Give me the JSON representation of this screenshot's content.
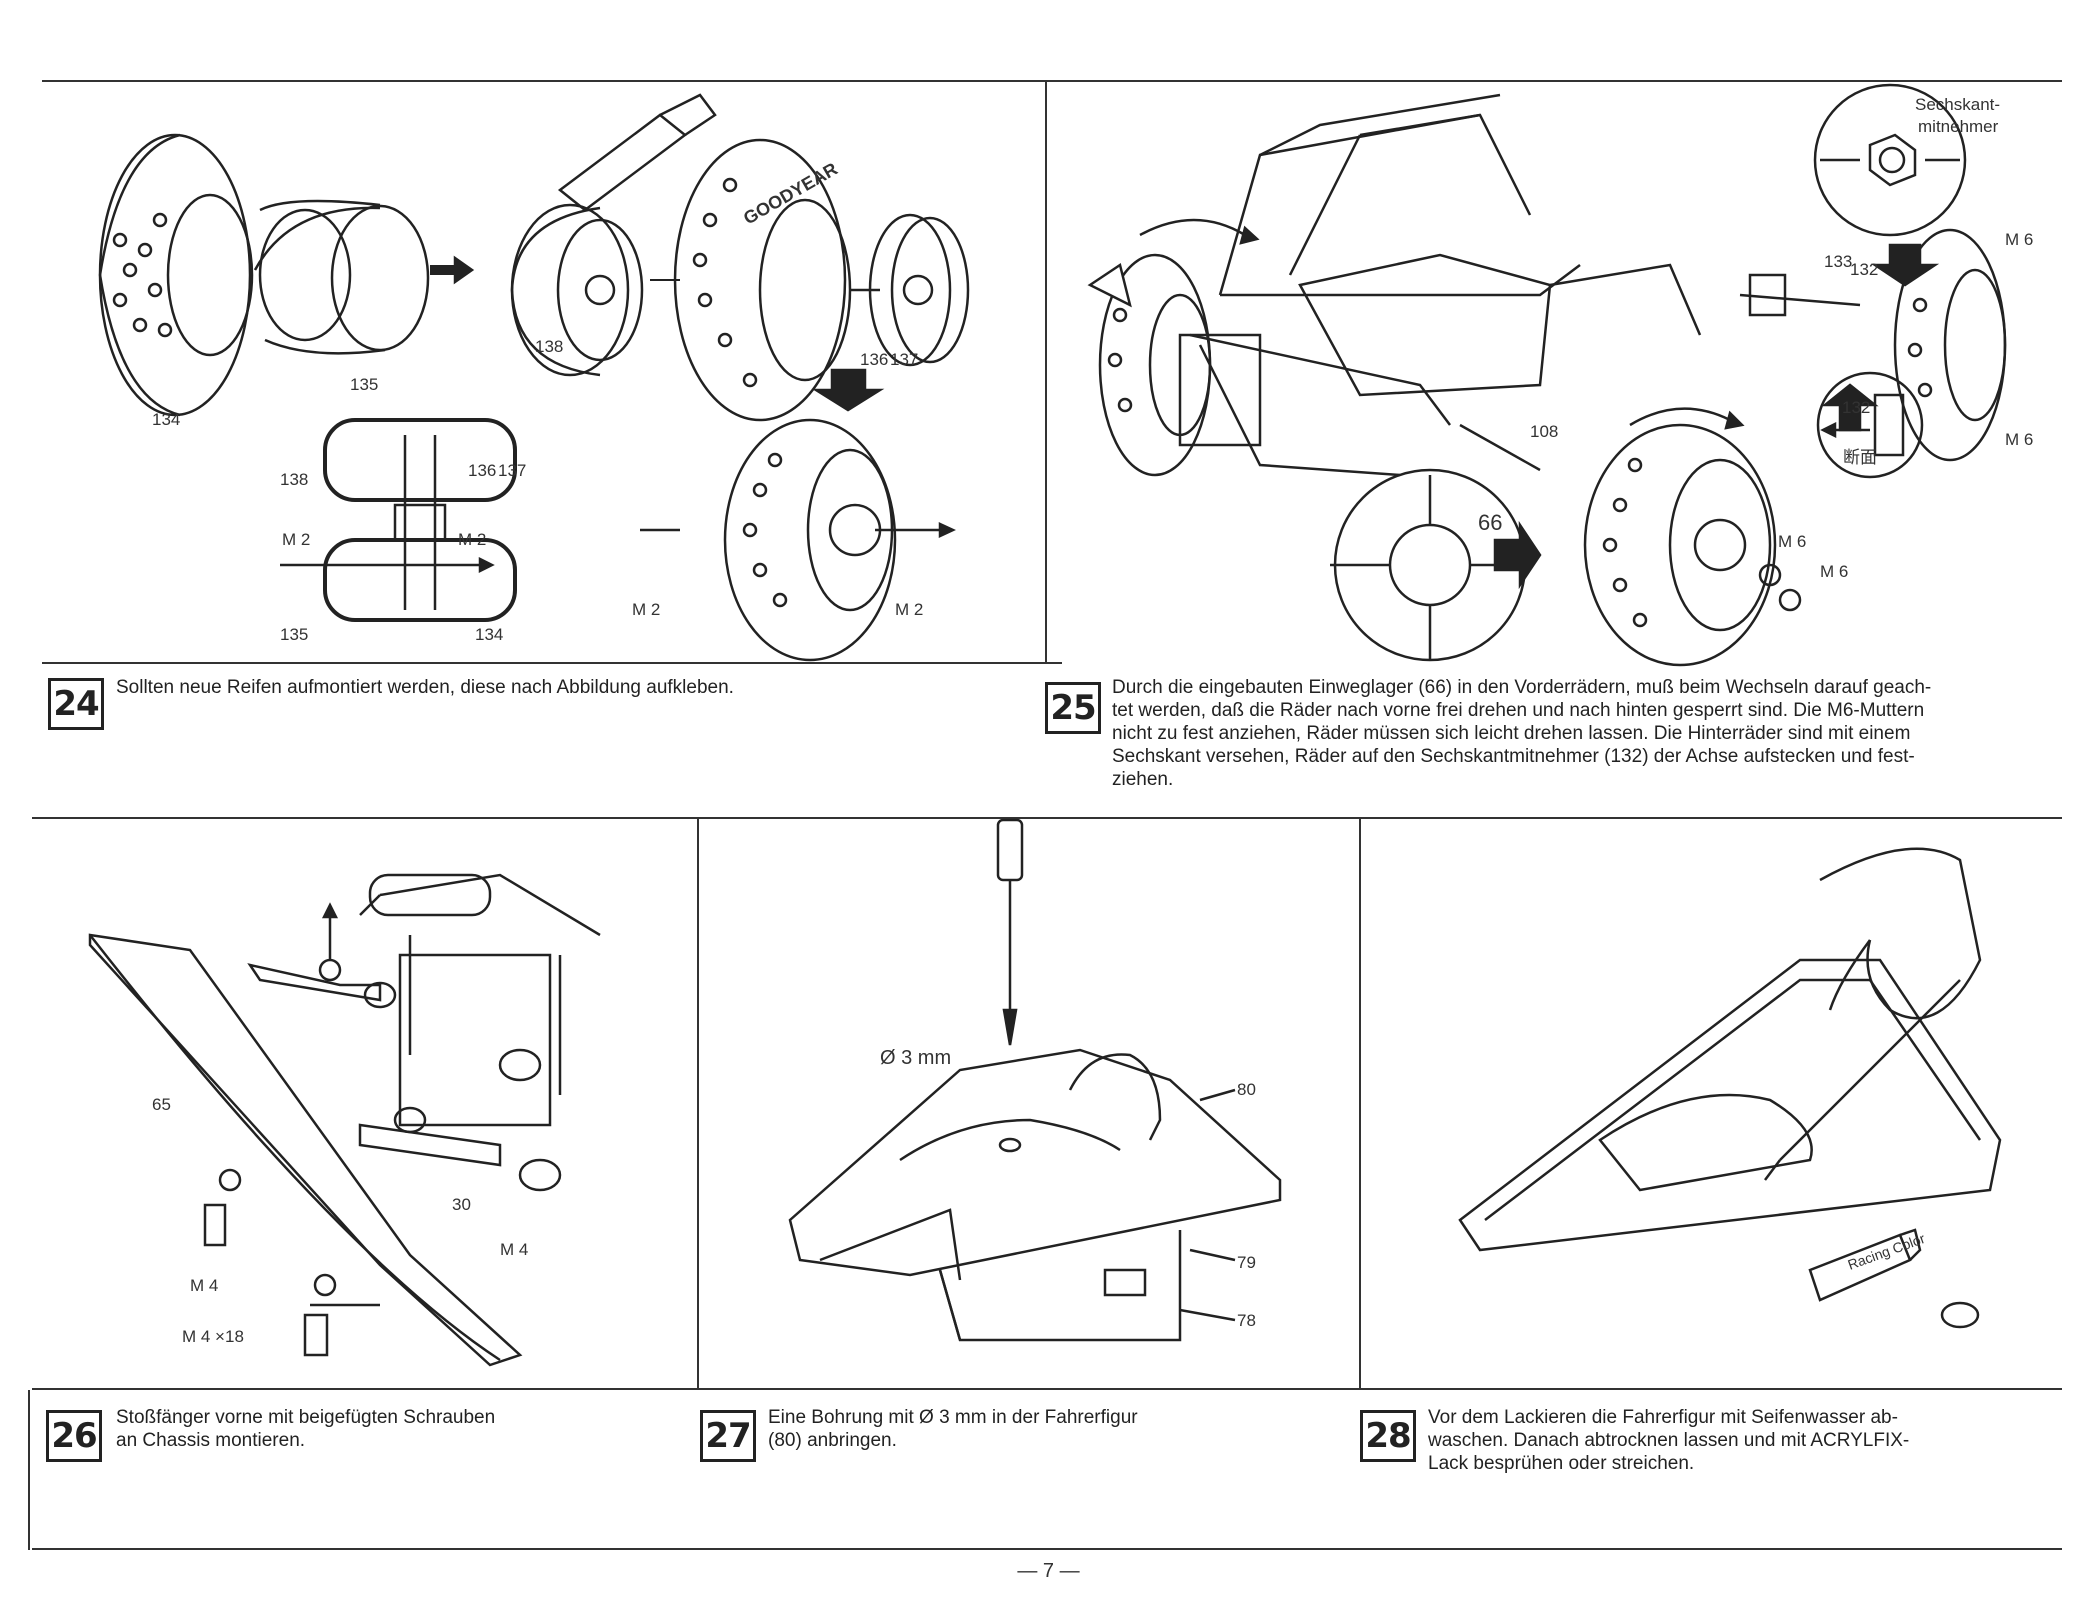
{
  "page_number": "— 7 —",
  "steps": [
    {
      "number": "24",
      "text": "Sollten neue Reifen aufmontiert werden, diese nach Abbildung aufkleben.",
      "labels": {
        "p134": "134",
        "p135": "135",
        "p138": "138",
        "p136": "136",
        "p137": "137",
        "m2": "M 2",
        "goodyear": "GOODYEAR"
      }
    },
    {
      "number": "25",
      "text": "Durch die eingebauten Einweglager (66) in den Vorderrädern, muß beim Wechseln darauf geach-\ntet werden, daß die Räder nach vorne frei drehen und nach hinten gesperrt sind. Die M6-Muttern\nnicht zu fest anziehen, Räder müssen sich leicht drehen lassen. Die Hinterräder sind mit einem\nSechskant versehen, Räder auf den Sechskantmitnehmer (132) der Achse aufstecken und fest-\nziehen.",
      "labels": {
        "sechskant1": "Sechskant-",
        "sechskant2": "mitnehmer",
        "m6": "M 6",
        "p133": "133",
        "p132": "132",
        "p108": "108",
        "p66": "66",
        "danmen": "断面"
      }
    },
    {
      "number": "26",
      "text": "Stoßfänger vorne mit beigefügten Schrauben\nan Chassis montieren.",
      "labels": {
        "p65": "65",
        "p30": "30",
        "m4": "M 4",
        "m4x18": "M 4 ×18"
      }
    },
    {
      "number": "27",
      "text": "Eine Bohrung mit Ø 3 mm in der Fahrerfigur\n(80) anbringen.",
      "labels": {
        "d3": "Ø 3 mm",
        "p80": "80",
        "p79": "79",
        "p78": "78"
      }
    },
    {
      "number": "28",
      "text": "Vor dem Lackieren die Fahrerfigur mit Seifenwasser ab-\nwaschen. Danach abtrocknen lassen und mit ACRYLFIX-\nLack besprühen oder streichen.",
      "labels": {
        "tube": "Racing Color"
      }
    }
  ]
}
